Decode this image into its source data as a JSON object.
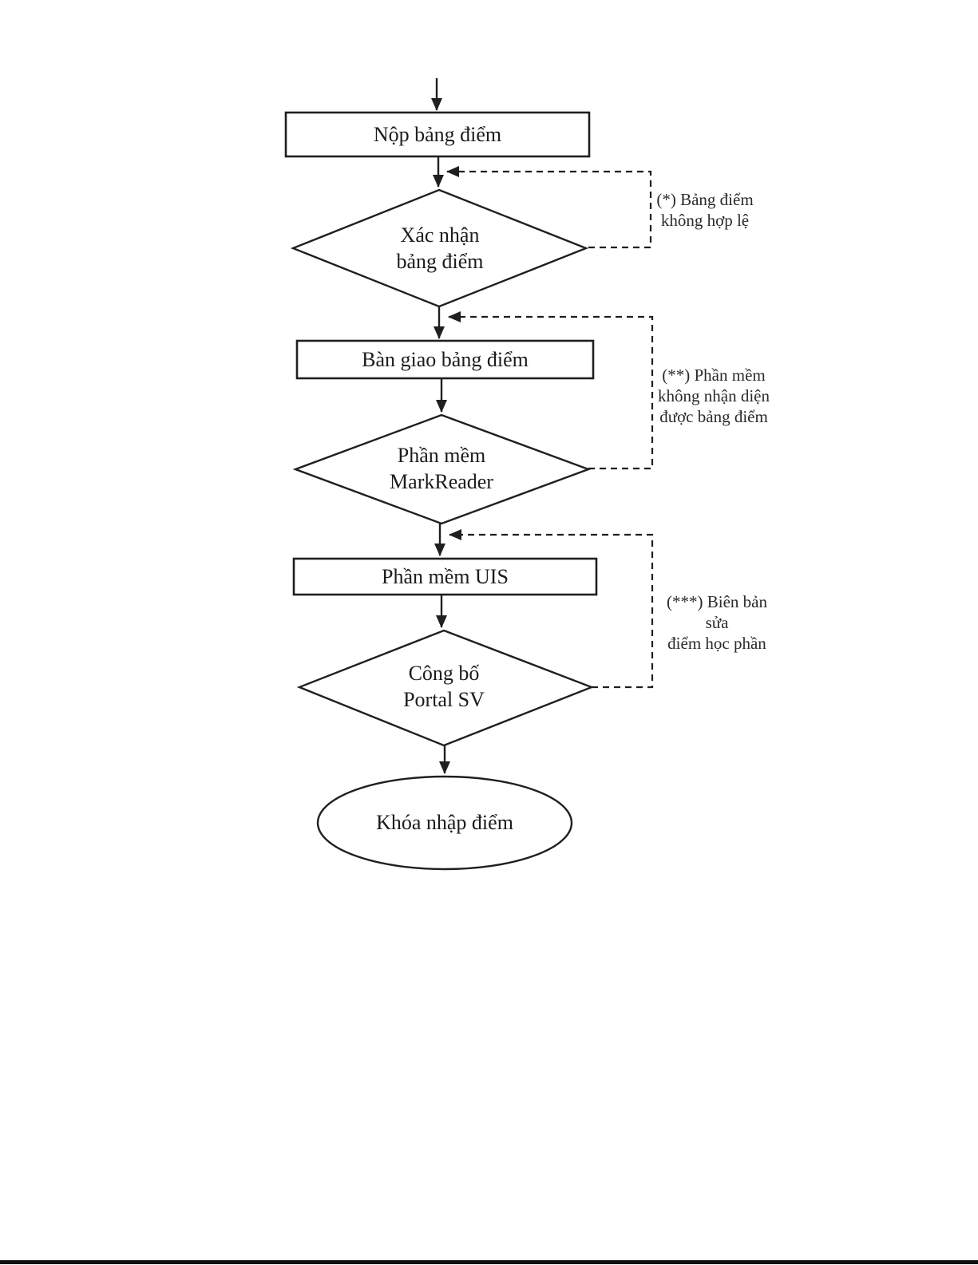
{
  "page": {
    "background_color": "#ffffff",
    "line_color": "#1f1f1f",
    "footer_rule_color": "#111111"
  },
  "flowchart": {
    "process_steps": [
      {
        "label": "Nộp bảng điểm"
      },
      {
        "label": "Bàn giao bảng điểm"
      },
      {
        "label": "Phần mềm UIS"
      }
    ],
    "decisions": [
      {
        "line1": "Xác nhận",
        "line2": "bảng điểm"
      },
      {
        "line1": "Phần mềm",
        "line2": "MarkReader"
      },
      {
        "line1": "Công bố",
        "line2": "Portal SV"
      }
    ],
    "terminator": {
      "label": "Khóa nhập điểm"
    },
    "notes": [
      {
        "line1": "(*) Bảng điểm",
        "line2": "không hợp lệ"
      },
      {
        "line1": "(**) Phần mềm",
        "line2": "không nhận diện",
        "line3": "được bảng điểm"
      },
      {
        "line1": "(***) Biên bản sửa",
        "line2": "điểm học phần"
      }
    ]
  }
}
